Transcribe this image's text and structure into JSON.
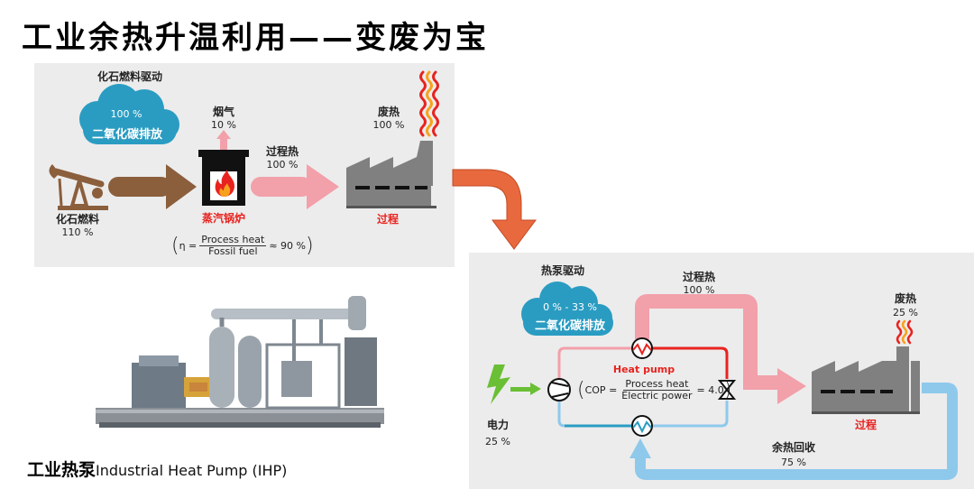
{
  "title": "工业余热升温利用——变废为宝",
  "top_panel": {
    "cloud_header": "化石燃料驱动",
    "cloud_percent": "100 %",
    "cloud_text": "二氧化碳排放",
    "fuel_label": "化石燃料",
    "fuel_value": "110 %",
    "flue_label": "烟气",
    "flue_value": "10 %",
    "boiler_label": "蒸汽锅炉",
    "process_heat_label": "过程热",
    "process_heat_value": "100 %",
    "waste_heat_label": "废热",
    "waste_heat_value": "100 %",
    "process_label": "过程",
    "eff_prefix": "η =",
    "eff_num": "Process heat",
    "eff_den": "Fossil fuel",
    "eff_suffix": "≈ 90 %"
  },
  "bottom_panel": {
    "cloud_header": "热泵驱动",
    "cloud_percent": "0 % - 33 %",
    "cloud_text": "二氧化碳排放",
    "process_heat_label": "过程热",
    "process_heat_value": "100 %",
    "waste_heat_label": "废热",
    "waste_heat_value": "25 %",
    "heat_pump_label": "Heat pump",
    "cop_prefix": "COP =",
    "cop_num": "Process heat",
    "cop_den": "Electric power",
    "cop_suffix": "= 4.0",
    "power_label": "电力",
    "power_value": "25 %",
    "process_label": "过程",
    "recovery_label": "余热回收",
    "recovery_value": "75 %"
  },
  "caption": {
    "zh": "工业热泵",
    "en": "Industrial Heat Pump (IHP)"
  },
  "colors": {
    "brown": "#8b5e3c",
    "pink": "#f2a0aa",
    "orange": "#e9693f",
    "blue": "#8ec9ec",
    "cloud": "#2a9cc2",
    "factory": "#808080",
    "red": "#e8231f",
    "green": "#6abf35",
    "panel": "#ececec"
  }
}
